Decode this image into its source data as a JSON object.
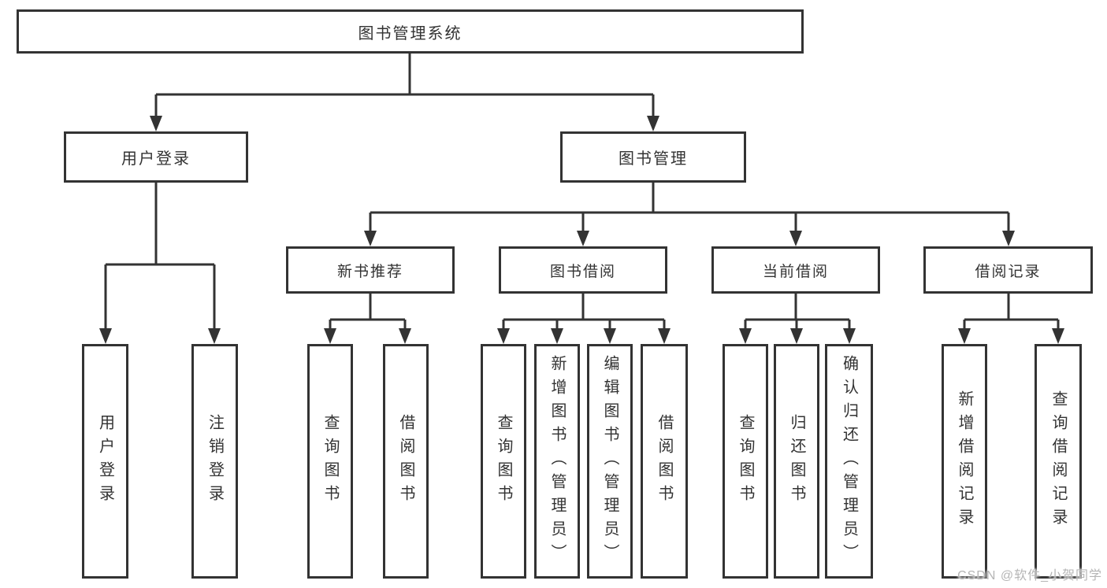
{
  "nodes": {
    "root": "图书管理系统",
    "user_login": "用户登录",
    "book_mgmt": "图书管理",
    "new_book": "新书推荐",
    "book_borrow": "图书借阅",
    "current_borrow": "当前借阅",
    "borrow_record": "借阅记录"
  },
  "leaves": {
    "user_login": [
      "用户登录",
      "注销登录"
    ],
    "new_book": [
      "查询图书",
      "借阅图书"
    ],
    "book_borrow": [
      "查询图书",
      "新增图书（管理员）",
      "编辑图书（管理员）",
      "借阅图书"
    ],
    "current_borrow": [
      "查询图书",
      "归还图书",
      "确认归还（管理员）"
    ],
    "borrow_record": [
      "新增借阅记录",
      "查询借阅记录"
    ]
  },
  "watermark": "CSDN @软件_小贺同学",
  "colors": {
    "line": "#333333",
    "border": "#333333",
    "text": "#333333",
    "watermark": "#b5b5b5"
  }
}
